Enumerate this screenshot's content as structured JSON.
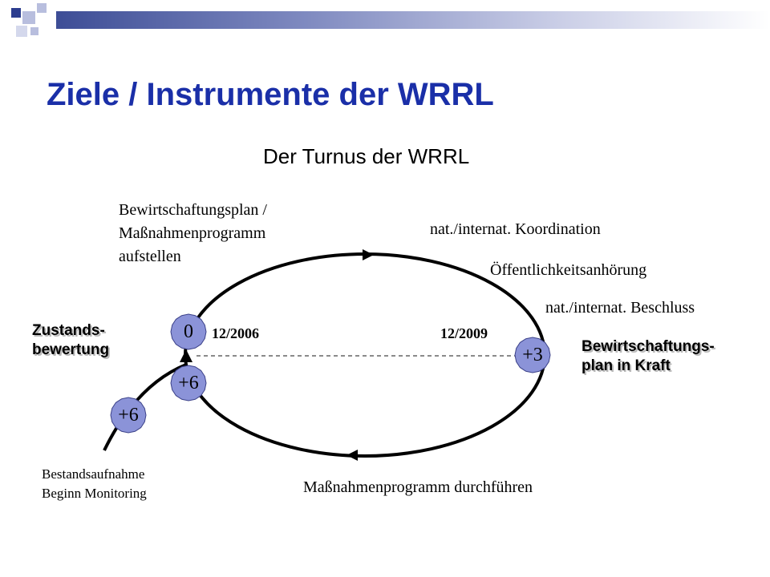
{
  "slide": {
    "title": "Ziele / Instrumente der WRRL",
    "subtitle": "Der Turnus der WRRL"
  },
  "labels": {
    "plan_line1": "Bewirtschaftungsplan /",
    "plan_line2": "Maßnahmenprogramm",
    "plan_line3": "aufstellen",
    "koordination": "nat./internat. Koordination",
    "anhoerung": "Öffentlichkeitsanhörung",
    "beschluss": "nat./internat. Beschluss",
    "date_start": "12/2006",
    "date_end": "12/2009",
    "zustand_line1": "Zustands-",
    "zustand_line2": "bewertung",
    "inkraft_line1": "Bewirtschaftungs-",
    "inkraft_line2": "plan in Kraft",
    "massnahmen_durchfuehren": "Maßnahmenprogramm durchführen",
    "bestand_line1": "Bestandsaufnahme",
    "bestand_line2": "Beginn Monitoring"
  },
  "markers": {
    "zero": "0",
    "plus3": "+3",
    "plus6_inner": "+6",
    "plus6_outer": "+6"
  },
  "colors": {
    "title": "#1a2fa8",
    "star_fill": "#8b93d8",
    "cycle_stroke": "#000000"
  }
}
